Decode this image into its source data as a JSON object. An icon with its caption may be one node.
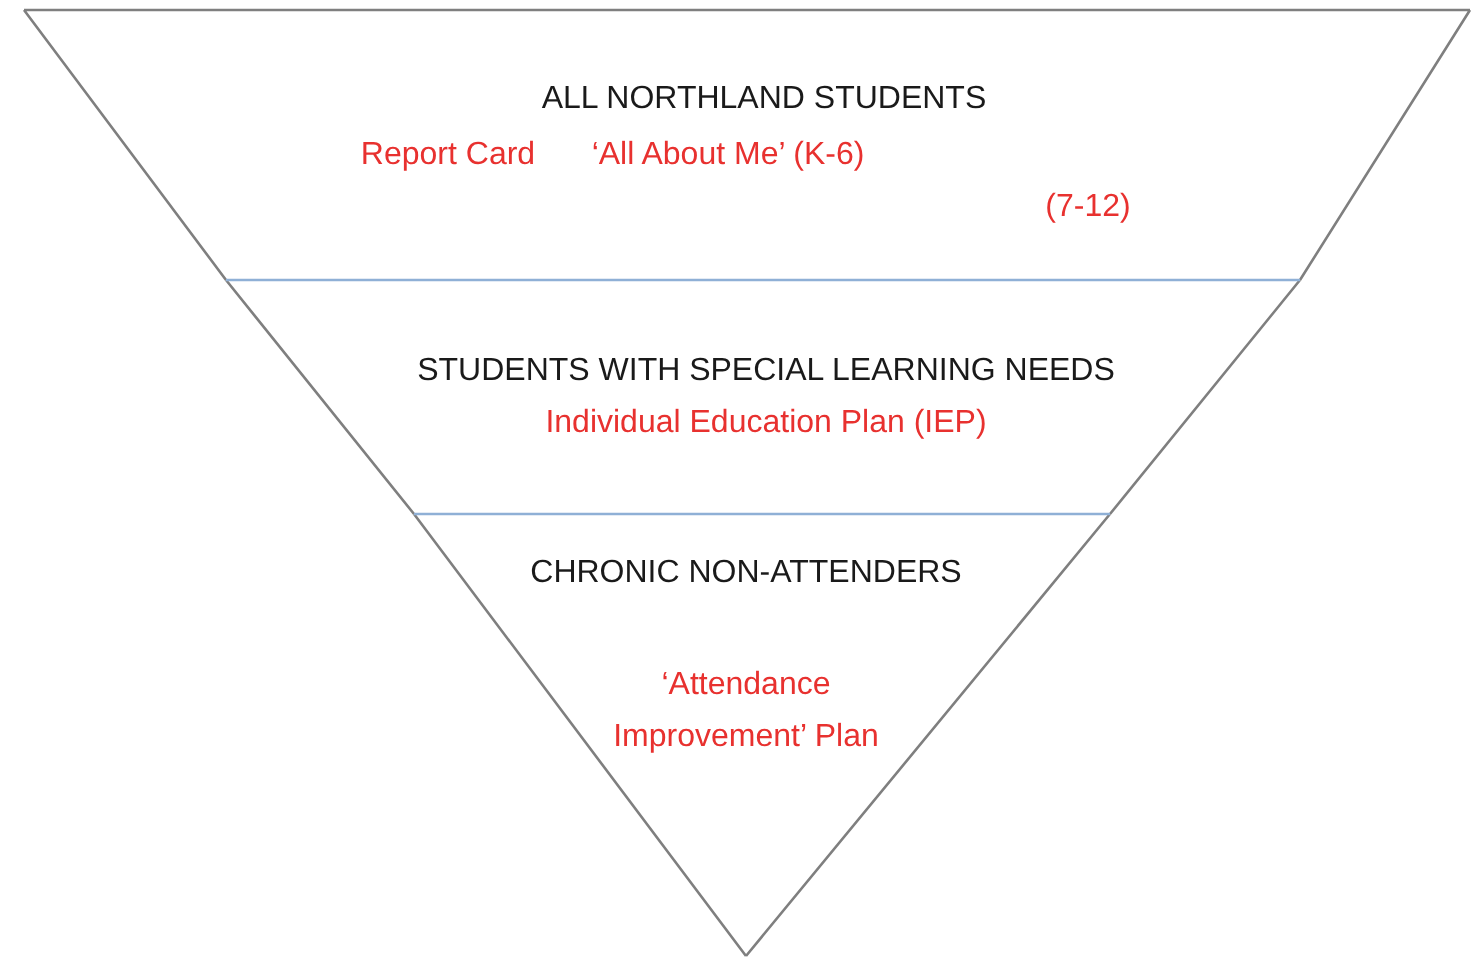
{
  "diagram": {
    "nodes": [
      {
        "text": [
          "ALL NORTHLAND STUDENTS",
          "Report Card",
          "‘All About Me’ (K-6)",
          "(7-12)"
        ]
      },
      {
        "text": [
          "STUDENTS WITH SPECIAL LEARNING NEEDS",
          "Individual Education Plan (IEP)"
        ]
      },
      {
        "text": [
          "CHRONIC NON-ATTENDERS",
          "‘Attendance Improvement’ Plan"
        ]
      }
    ]
  }
}
